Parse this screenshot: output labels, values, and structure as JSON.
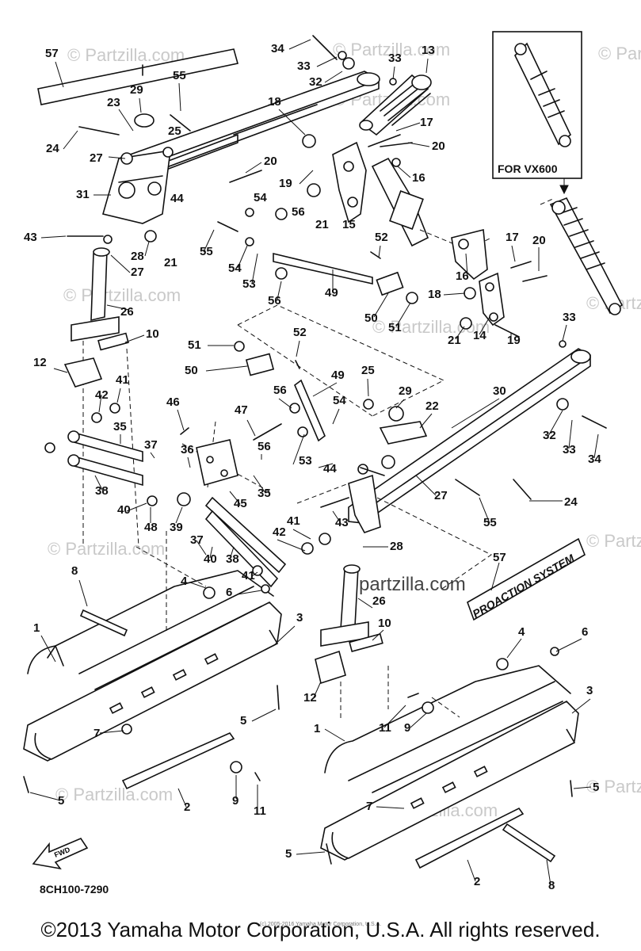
{
  "diagram": {
    "drawing_code": "8CH100-7290",
    "inset_label": "FOR VX600",
    "fwd_label": "FWD",
    "decal_text": "PROACTION SYSTEM",
    "watermark": "© Partzilla.com",
    "watermark_center": "partzilla.com",
    "callouts": [
      "57",
      "55",
      "34",
      "33",
      "32",
      "13",
      "33",
      "29",
      "23",
      "25",
      "18",
      "24",
      "27",
      "20",
      "17",
      "16",
      "20",
      "44",
      "19",
      "31",
      "21",
      "15",
      "54",
      "56",
      "43",
      "28",
      "21",
      "55",
      "27",
      "54",
      "53",
      "52",
      "56",
      "49",
      "26",
      "16",
      "17",
      "20",
      "18",
      "10",
      "50",
      "51",
      "14",
      "21",
      "19",
      "33",
      "12",
      "41",
      "51",
      "52",
      "50",
      "49",
      "25",
      "29",
      "30",
      "22",
      "42",
      "56",
      "54",
      "46",
      "47",
      "35",
      "37",
      "36",
      "56",
      "53",
      "44",
      "38",
      "40",
      "39",
      "48",
      "45",
      "32",
      "33",
      "34",
      "27",
      "24",
      "43",
      "55",
      "35",
      "41",
      "42",
      "28",
      "37",
      "40",
      "38",
      "41",
      "57",
      "26",
      "4",
      "6",
      "8",
      "10",
      "1",
      "3",
      "12",
      "4",
      "6",
      "3",
      "5",
      "11",
      "9",
      "7",
      "1",
      "7",
      "5",
      "2",
      "9",
      "11",
      "5",
      "5",
      "2",
      "8"
    ]
  },
  "footer": {
    "copyright": "©2013 Yamaha Motor Corporation, U.S.A. All rights reserved.",
    "credit": "(c) 2005-2016 Yamaha Motor Corporation, U.S.A."
  }
}
